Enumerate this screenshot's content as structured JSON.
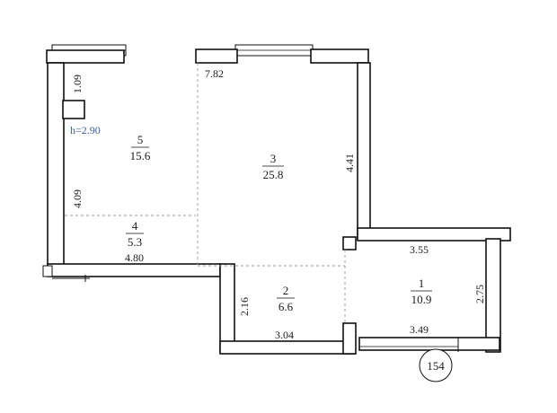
{
  "plan": {
    "ceiling_height": "h=2.90",
    "plan_number": "154",
    "rooms": [
      {
        "id": "1",
        "area": "10.9"
      },
      {
        "id": "2",
        "area": "6.6"
      },
      {
        "id": "3",
        "area": "25.8"
      },
      {
        "id": "4",
        "area": "5.3"
      },
      {
        "id": "5",
        "area": "15.6"
      }
    ],
    "dimensions": {
      "top_width": "7.82",
      "left_upper": "1.09",
      "left_lower": "4.09",
      "right_upper": "4.41",
      "room4_width": "4.80",
      "room1_top": "3.55",
      "room1_side": "2.75",
      "room1_bottom": "3.49",
      "room2_side": "2.16",
      "room2_bottom": "3.04"
    }
  }
}
